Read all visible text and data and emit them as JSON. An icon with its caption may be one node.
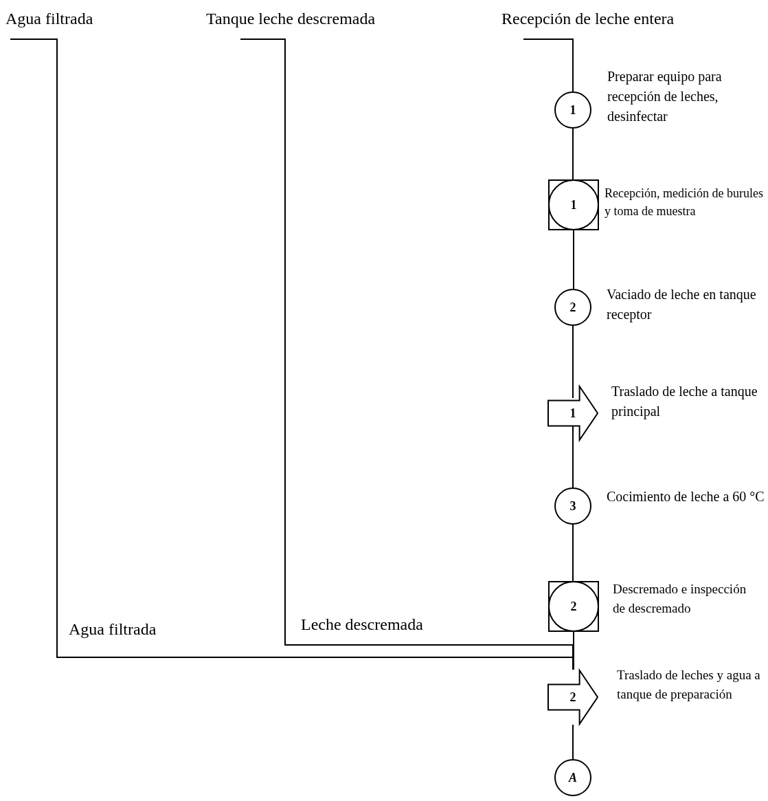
{
  "diagram": {
    "nodes": [
      {
        "text": [
          "Agua filtrada"
        ]
      },
      {
        "text": [
          "Tanque leche descremada"
        ]
      },
      {
        "text": [
          "Recepción de leche entera"
        ]
      },
      {
        "text": [
          "1"
        ],
        "beside": [
          "Preparar equipo para recepción de leches, desinfectar"
        ]
      },
      {
        "text": [
          "1"
        ],
        "beside": [
          "Recepción, medición de burules y toma de muestra"
        ]
      },
      {
        "text": [
          "2"
        ],
        "beside": [
          "Vaciado de leche en tanque receptor"
        ]
      },
      {
        "text": [
          "1"
        ],
        "beside": [
          "Traslado de leche a tanque principal"
        ]
      },
      {
        "text": [
          "3"
        ],
        "beside": [
          "Cocimiento de leche a 60 °C"
        ]
      },
      {
        "text": [
          "2"
        ],
        "beside": [
          "Descremado e inspección de descremado"
        ]
      },
      {
        "text": [
          "2"
        ],
        "beside": [
          "Traslado de leches y agua a tanque de preparación"
        ]
      },
      {
        "text": [
          "A"
        ]
      }
    ],
    "edges": [
      {
        "from": 2,
        "to": 3,
        "arrow": "none"
      },
      {
        "from": 3,
        "to": 4,
        "arrow": "none"
      },
      {
        "from": 4,
        "to": 5,
        "arrow": "none"
      },
      {
        "from": 5,
        "to": 6,
        "arrow": "none"
      },
      {
        "from": 6,
        "to": 7,
        "arrow": "none"
      },
      {
        "from": 7,
        "to": 8,
        "arrow": "none"
      },
      {
        "from": 8,
        "to": 9,
        "arrow": "none"
      },
      {
        "from": 9,
        "to": 10,
        "arrow": "none"
      },
      {
        "from": 0,
        "to": 9,
        "arrow": "none",
        "label": "Agua filtrada"
      },
      {
        "from": 1,
        "to": 9,
        "arrow": "none",
        "label": "Leche descremada"
      }
    ]
  }
}
